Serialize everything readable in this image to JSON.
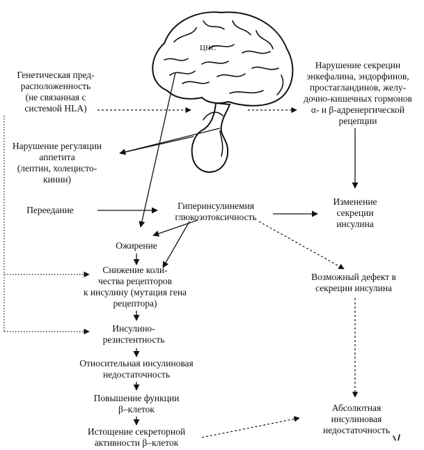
{
  "brain_label": "ЦНС",
  "nodes": {
    "genetic": [
      "Генетическая пред-",
      "расположенность",
      "(не связанная с",
      "системой HLA)"
    ],
    "secretion_disorder": [
      "Нарушение секреции",
      "энкефалина, эндорфинов,",
      "простагландинов, желу-",
      "дочно-кишечных гормонов",
      "α- и β-адренергической",
      "рецепции"
    ],
    "appetite": [
      "Нарушение регуляции",
      "аппетита",
      "(лептин, холецисто-",
      "кинин)"
    ],
    "overeating": [
      "Переедание"
    ],
    "hyperinsulinemia": [
      "Гиперинсулинемия",
      "глюкозотоксичность"
    ],
    "insulin_change": [
      "Изменение",
      "секреции",
      "инсулина"
    ],
    "obesity": [
      "Ожирение"
    ],
    "receptor_decrease": [
      "Снижение коли-",
      "чества рецепторов",
      "к инсулину (мутация гена",
      "рецептора)"
    ],
    "possible_defect": [
      "Возможный дефект в",
      "секреции инсулина"
    ],
    "resistance": [
      "Инсулино-",
      "резистентность"
    ],
    "relative_deficiency": [
      "Относительная инсулиновая",
      "недостаточность"
    ],
    "beta_increase": [
      "Повышение функции",
      "β–клеток"
    ],
    "exhaustion": [
      "Истощение секреторной",
      "активности β–клеток"
    ],
    "absolute_deficiency": [
      "Абсолютная",
      "инсулиновая",
      "недостаточность"
    ]
  }
}
